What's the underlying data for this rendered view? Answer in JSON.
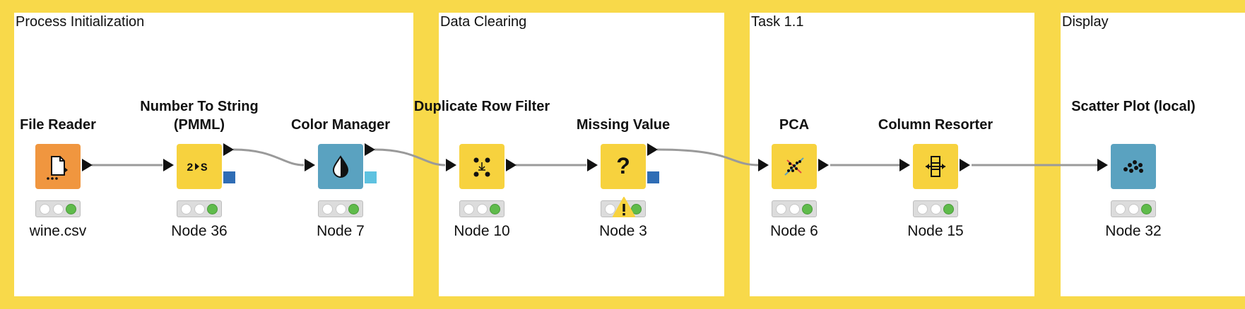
{
  "annotations": [
    {
      "title": "Process Initialization"
    },
    {
      "title": "Data Clearing"
    },
    {
      "title": "Task 1.1"
    },
    {
      "title": "Display"
    }
  ],
  "nodes": [
    {
      "name": "File Reader",
      "label": "wine.csv",
      "icon": "file-reader-icon",
      "color": "#f0963f",
      "status": [
        "off",
        "off",
        "green"
      ]
    },
    {
      "name": "Number To String (PMML)",
      "label": "Node 36",
      "icon": "number-to-string-icon",
      "color": "#f7d23e",
      "status": [
        "off",
        "off",
        "green"
      ]
    },
    {
      "name": "Color Manager",
      "label": "Node 7",
      "icon": "color-manager-icon",
      "color": "#5aa2c0",
      "status": [
        "off",
        "off",
        "green"
      ]
    },
    {
      "name": "Duplicate Row Filter",
      "label": "Node 10",
      "icon": "duplicate-row-filter-icon",
      "color": "#f7d23e",
      "status": [
        "off",
        "off",
        "green"
      ]
    },
    {
      "name": "Missing Value",
      "label": "Node 3",
      "icon": "missing-value-icon",
      "color": "#f7d23e",
      "status": [
        "off",
        "off",
        "green"
      ],
      "warning": true
    },
    {
      "name": "PCA",
      "label": "Node 6",
      "icon": "pca-icon",
      "color": "#f7d23e",
      "status": [
        "off",
        "off",
        "green"
      ]
    },
    {
      "name": "Column Resorter",
      "label": "Node 15",
      "icon": "column-resorter-icon",
      "color": "#f7d23e",
      "status": [
        "off",
        "off",
        "green"
      ]
    },
    {
      "name": "Scatter Plot (local)",
      "label": "Node 32",
      "icon": "scatter-plot-icon",
      "color": "#5aa2c0",
      "status": [
        "off",
        "off",
        "green"
      ]
    }
  ],
  "colors": {
    "background": "#f8d94a",
    "annotation": "#ffffff",
    "link": "#9a9a9a",
    "pmml_port": "#2f6db5",
    "color_port": "#5ec2e0"
  }
}
